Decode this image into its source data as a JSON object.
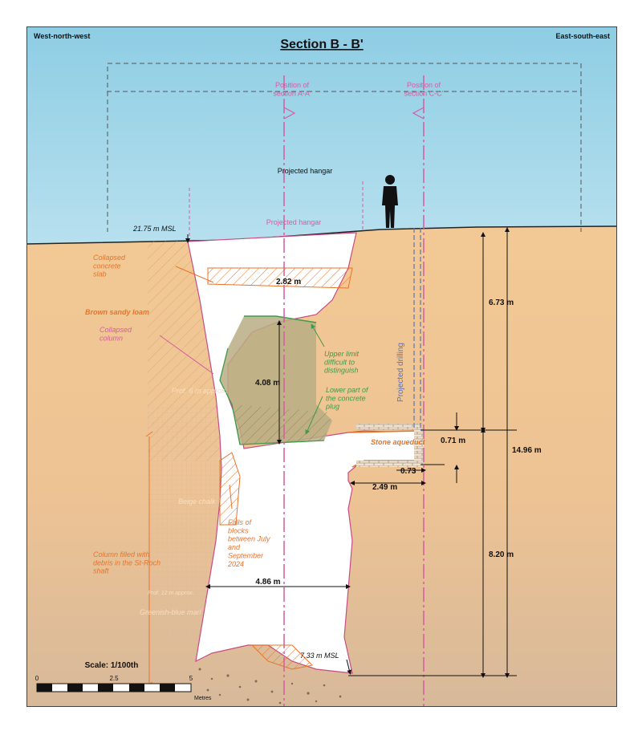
{
  "title": "Section B - B'",
  "orientation": {
    "left": "West-north-west",
    "right": "East-south-east"
  },
  "positions": {
    "a": "Position of section A-A'",
    "c": "Position of section C-C'"
  },
  "projected_hangar": "Projected hangar",
  "projected_hangar_2": "Projected hangar",
  "projected_drilling": "Projected drilling",
  "elevations": {
    "top": "21.75 m MSL",
    "bottom": "7.33 m MSL"
  },
  "dimensions": {
    "slab_width": "2.82 m",
    "plug_height": "4.08 m",
    "depth_to_aqueduct": "6.73 m",
    "aqueduct_height": "0.71 m",
    "aqueduct_small": "0.73",
    "aqueduct_width": "2.49 m",
    "lower_depth": "8.20 m",
    "total_depth": "14.96 m",
    "cavity_width": "4.86 m"
  },
  "labels": {
    "collapsed_slab": "Collapsed concrete slab",
    "brown_loam": "Brown sandy loam",
    "collapsed_column": "Collapsed column",
    "prof6": "Prof. 6 m approx.",
    "upper_limit": "Upper limit difficult to distinguish",
    "lower_plug": "Lower part of the concrete plug",
    "stone_aqueduct": "Stone aqueduct",
    "beige_chalk": "Beige chalk",
    "falls": "Falls of blocks between July and September 2024",
    "column_debris": "Column filled with debris in the St-Roch shaft",
    "prof12": "Prof. 12 m approx.",
    "greenish_marl": "Greenish-blue marl"
  },
  "scale": {
    "label": "Scale: 1/100th",
    "ticks": [
      "0",
      "2.5",
      "5"
    ],
    "unit": "Metres"
  },
  "colors": {
    "sky": "#9bd0e4",
    "ground": "#efc796",
    "void": "#ffffff",
    "pink": "#d45ca0",
    "orange": "#e8742a",
    "green": "#3f9a4a",
    "blue": "#5a74b8"
  }
}
